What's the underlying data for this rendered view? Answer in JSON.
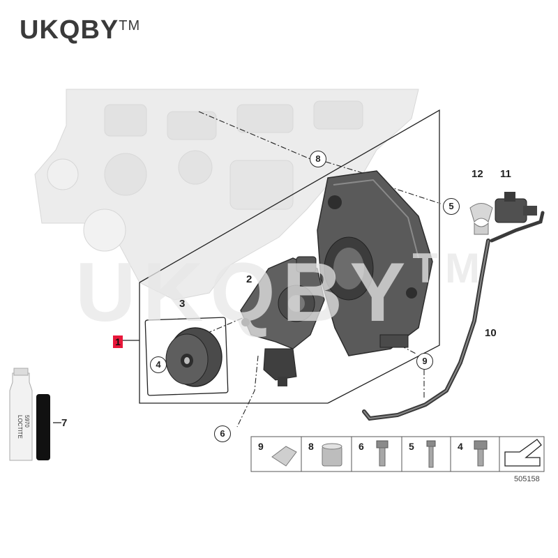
{
  "brand": {
    "name": "UKQBY",
    "mark": "TM"
  },
  "watermark": {
    "text": "UKQBY",
    "mark": "TM"
  },
  "diagram_id": "505158",
  "part_labels": {
    "p1": "1",
    "p2": "2",
    "p3": "3",
    "p4": "4",
    "p5": "5",
    "p6": "6",
    "p7": "7",
    "p8": "8",
    "p9": "9",
    "p10": "10",
    "p11": "11",
    "p12": "12"
  },
  "tube_text": {
    "line1": "LOCTITE",
    "line2": "5970"
  },
  "fastener_table": [
    "9",
    "8",
    "6",
    "5",
    "4"
  ],
  "colors": {
    "callout_highlight": "#e8173a",
    "part_dark": "#4b4b4b",
    "engine_ghost": "#e6e6e6"
  }
}
